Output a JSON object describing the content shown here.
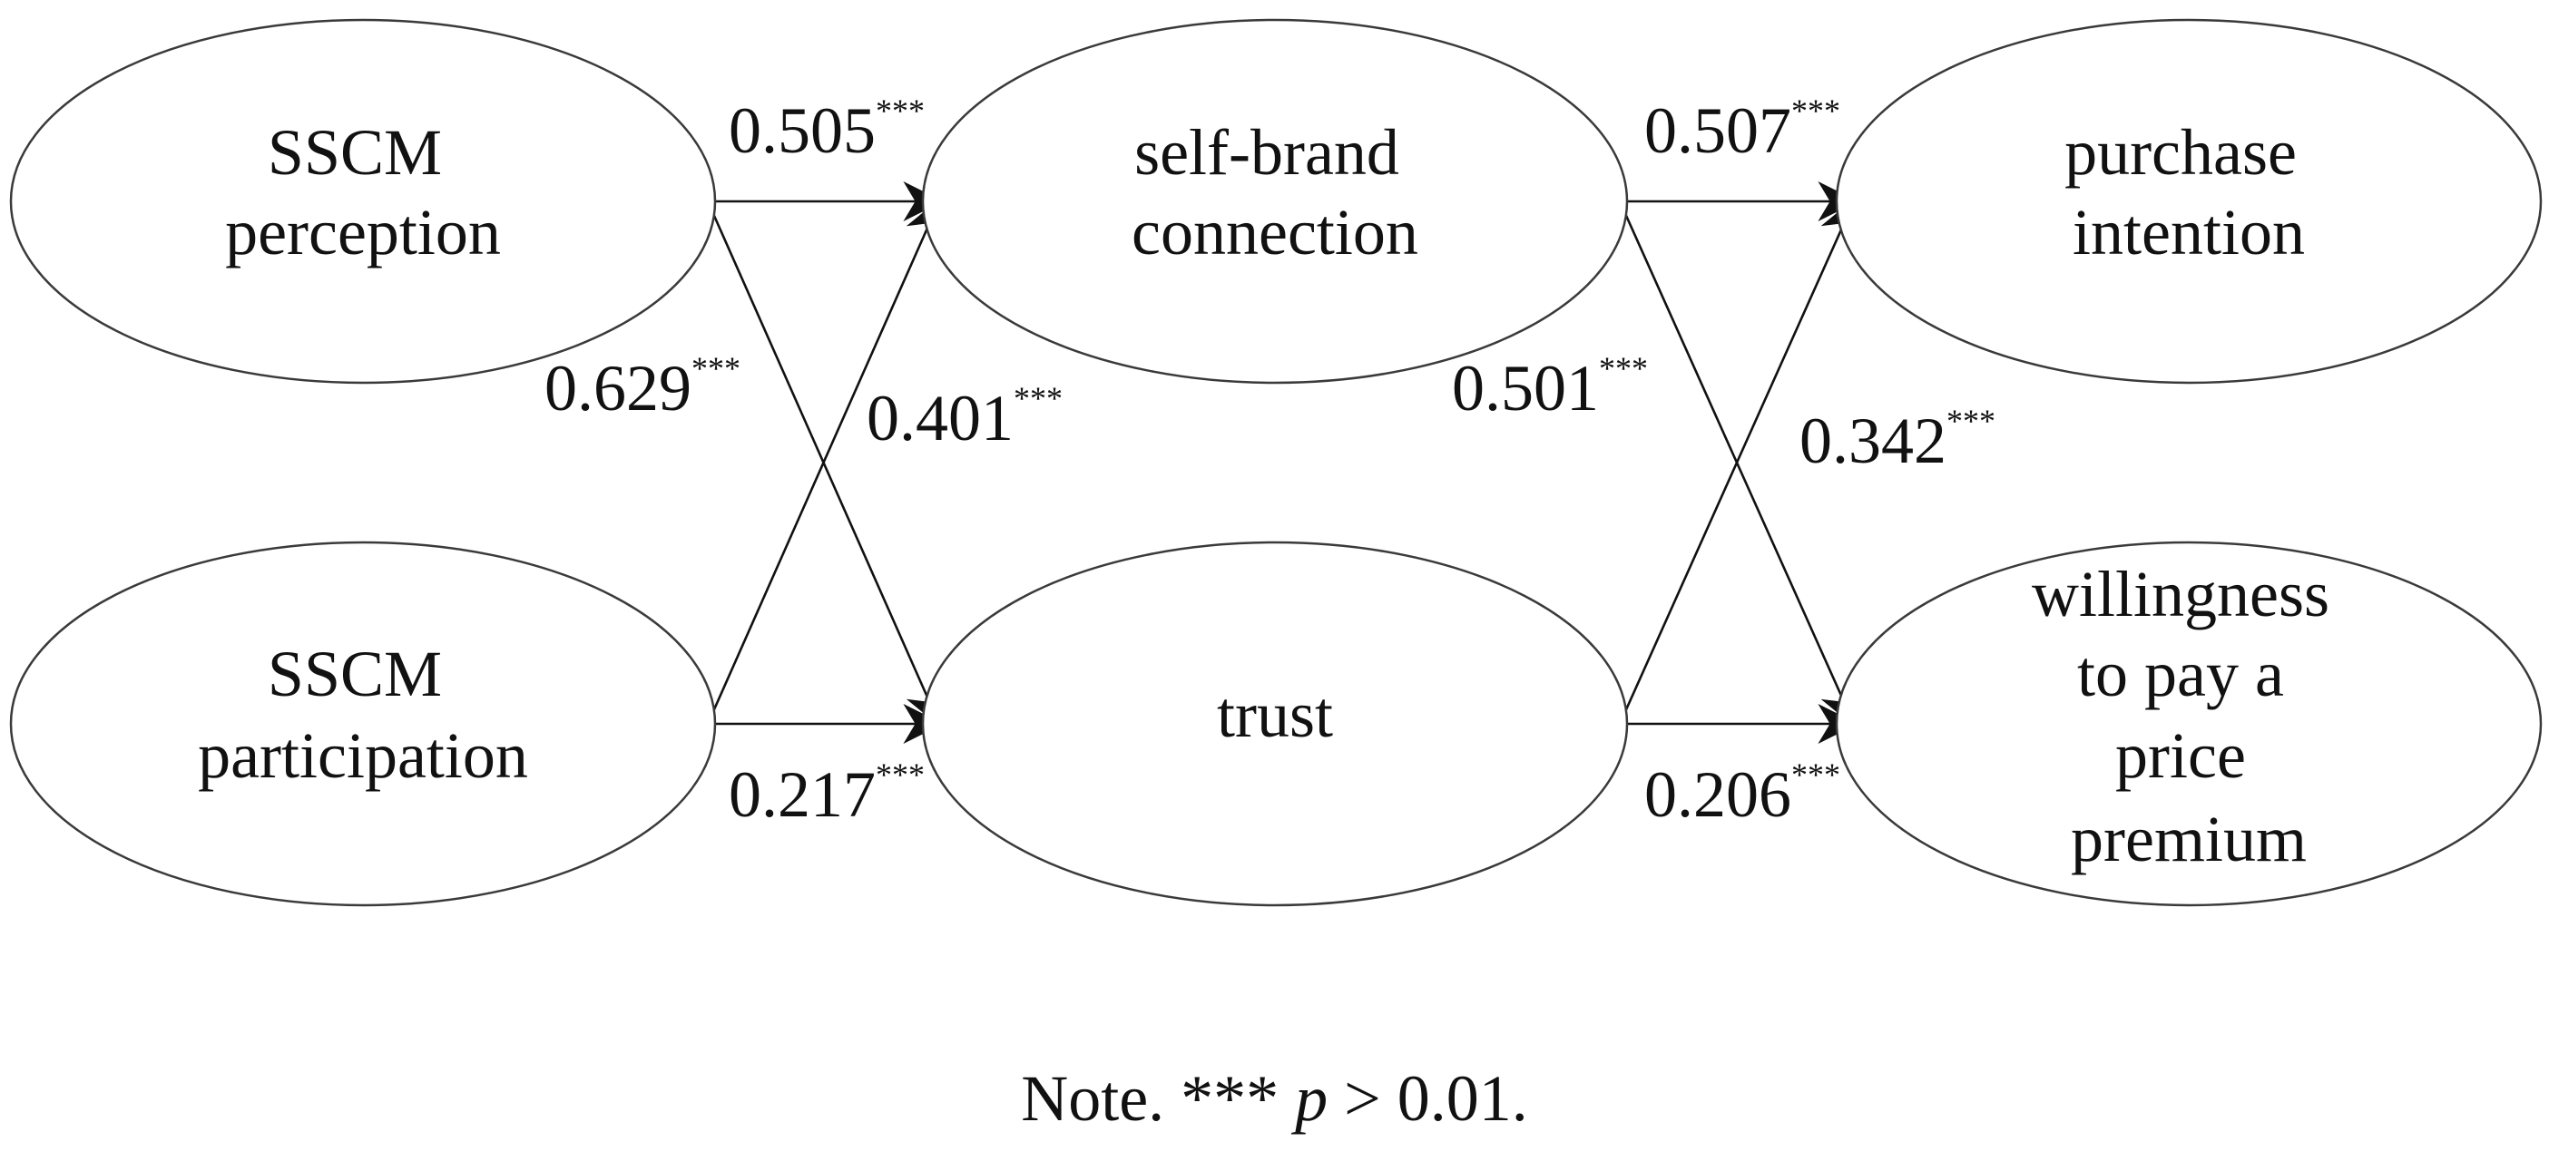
{
  "nodes": {
    "sscm_perception": {
      "lines": [
        "SSCM",
        "perception"
      ]
    },
    "sscm_participation": {
      "lines": [
        "SSCM",
        "participation"
      ]
    },
    "self_brand_connection": {
      "lines": [
        "self-brand",
        "connection"
      ]
    },
    "trust": {
      "lines": [
        "trust"
      ]
    },
    "purchase_intention": {
      "lines": [
        "purchase",
        "intention"
      ]
    },
    "willingness_to_pay": {
      "lines": [
        "willingness",
        "to pay a",
        "price",
        "premium"
      ]
    }
  },
  "edges": [
    {
      "from": "SSCM perception",
      "to": "self-brand connection",
      "coefficient": "0.505",
      "significance": "***"
    },
    {
      "from": "SSCM perception",
      "to": "trust",
      "coefficient": "0.629",
      "significance": "***"
    },
    {
      "from": "SSCM participation",
      "to": "self-brand connection",
      "coefficient": "0.401",
      "significance": "***"
    },
    {
      "from": "SSCM participation",
      "to": "trust",
      "coefficient": "0.217",
      "significance": "***"
    },
    {
      "from": "self-brand connection",
      "to": "purchase intention",
      "coefficient": "0.507",
      "significance": "***"
    },
    {
      "from": "self-brand connection",
      "to": "willingness to pay a price premium",
      "coefficient": "0.501",
      "significance": "***"
    },
    {
      "from": "trust",
      "to": "purchase intention",
      "coefficient": "0.342",
      "significance": "***"
    },
    {
      "from": "trust",
      "to": "willingness to pay a price premium",
      "coefficient": "0.206",
      "significance": "***"
    }
  ],
  "note": {
    "prefix": "Note. *** ",
    "variable": "p",
    "suffix": " > 0.01."
  }
}
